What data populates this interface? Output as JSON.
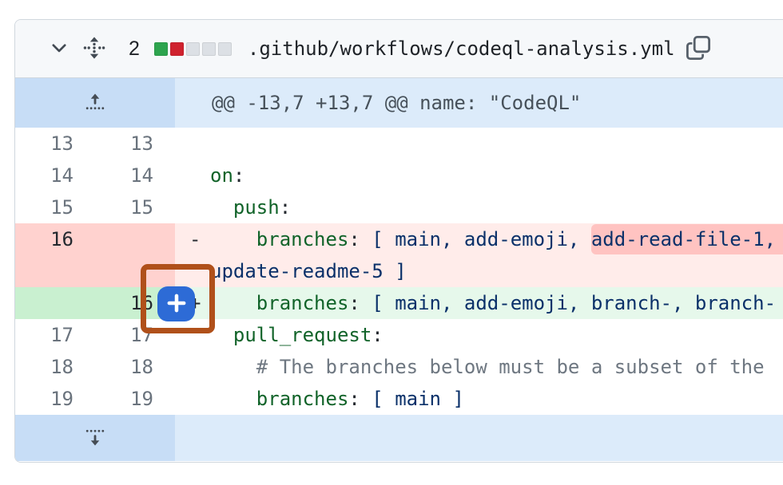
{
  "file_header": {
    "changed_lines_count": "2",
    "filename": ".github/workflows/codeql-analysis.yml",
    "diffstat_blocks": [
      "added",
      "deleted",
      "neutral",
      "neutral",
      "neutral"
    ]
  },
  "hunk_header": "@@ -13,7 +13,7 @@ name: \"CodeQL\"",
  "icons": {
    "collapse": "chevron-down-icon",
    "drag": "drag-handle-icon",
    "copy": "copy-icon",
    "expand_up": "expand-up-icon",
    "expand_down": "expand-down-icon",
    "add_comment": "plus-icon"
  },
  "colors": {
    "accent_blue": "#2d6bd6",
    "annotation_orange": "#b0501a",
    "diffstat_added": "#2da44e",
    "diffstat_deleted": "#cf222e",
    "deletion_line_bg": "#ffecea",
    "deletion_gutter_bg": "#ffd2cf",
    "deletion_word_highlight": "#ffc3c1",
    "addition_line_bg": "#e6f8eb",
    "addition_gutter_bg": "#c9f0d0",
    "hunk_bg": "#dcebfa",
    "syntax_key_green": "#116329",
    "syntax_string_navy": "#0a3069"
  },
  "rows": [
    {
      "type": "context",
      "old": "13",
      "new": "13",
      "marker": "",
      "segments": []
    },
    {
      "type": "context",
      "old": "14",
      "new": "14",
      "marker": "",
      "segments": [
        {
          "text": "on",
          "cls": "key"
        },
        {
          "text": ":",
          "cls": "punct"
        }
      ]
    },
    {
      "type": "context",
      "old": "15",
      "new": "15",
      "marker": "",
      "segments": [
        {
          "text": "  ",
          "cls": "plain"
        },
        {
          "text": "push",
          "cls": "key"
        },
        {
          "text": ":",
          "cls": "punct"
        }
      ]
    },
    {
      "type": "deletion",
      "old": "16",
      "new": "",
      "marker": "-",
      "segments": [
        {
          "text": "    ",
          "cls": "plain"
        },
        {
          "text": "branches",
          "cls": "key"
        },
        {
          "text": ":",
          "cls": "punct"
        },
        {
          "text": " ",
          "cls": "plain"
        },
        {
          "text": "[ main, add-emoji, ",
          "cls": "str"
        },
        {
          "text": "add-read-file-1,",
          "cls": "str",
          "highlight": true,
          "extend": true
        }
      ]
    },
    {
      "type": "deletion",
      "old": "",
      "new": "",
      "marker": "",
      "segments": [
        {
          "text": "update-readme-5 ]",
          "cls": "str"
        }
      ]
    },
    {
      "type": "addition",
      "old": "",
      "new": "16",
      "marker": "+",
      "segments": [
        {
          "text": "    ",
          "cls": "plain"
        },
        {
          "text": "branches",
          "cls": "key"
        },
        {
          "text": ":",
          "cls": "punct"
        },
        {
          "text": " ",
          "cls": "plain"
        },
        {
          "text": "[ main, add-emoji, branch-, branch-",
          "cls": "str"
        }
      ]
    },
    {
      "type": "context",
      "old": "17",
      "new": "17",
      "marker": "",
      "segments": [
        {
          "text": "  ",
          "cls": "plain"
        },
        {
          "text": "pull_request",
          "cls": "key"
        },
        {
          "text": ":",
          "cls": "punct"
        }
      ]
    },
    {
      "type": "context",
      "old": "18",
      "new": "18",
      "marker": "",
      "segments": [
        {
          "text": "    ",
          "cls": "plain"
        },
        {
          "text": "# The branches below must be a subset of the",
          "cls": "comment"
        }
      ]
    },
    {
      "type": "context",
      "old": "19",
      "new": "19",
      "marker": "",
      "segments": [
        {
          "text": "    ",
          "cls": "plain"
        },
        {
          "text": "branches",
          "cls": "key"
        },
        {
          "text": ":",
          "cls": "punct"
        },
        {
          "text": " ",
          "cls": "plain"
        },
        {
          "text": "[ main ]",
          "cls": "str"
        }
      ]
    }
  ]
}
